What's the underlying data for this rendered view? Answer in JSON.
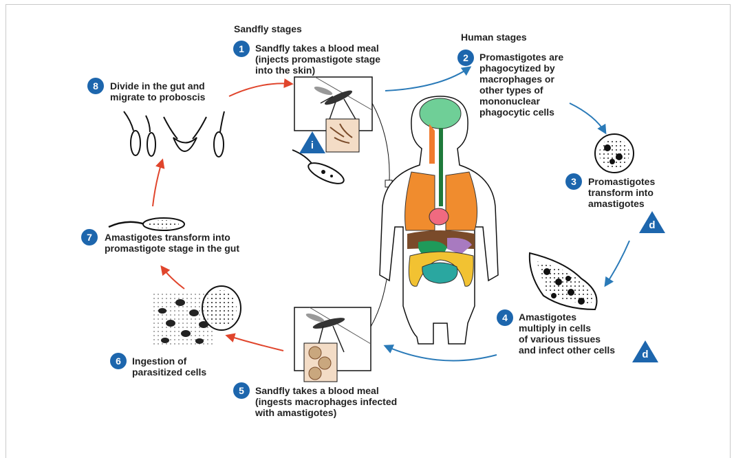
{
  "headers": {
    "sandfly": "Sandfly stages",
    "human": "Human stages"
  },
  "steps": [
    {
      "n": "1",
      "text": "Sandfly takes a blood meal\n(injects promastigote stage\ninto the skin)"
    },
    {
      "n": "2",
      "text": "Promastigotes are\nphagocytized by\nmacrophages or\nother types of\nmononuclear\nphagocytic cells"
    },
    {
      "n": "3",
      "text": "Promastigotes\ntransform into\namastigotes"
    },
    {
      "n": "4",
      "text": "Amastigotes\nmultiply in cells\nof various tissues\nand infect other cells"
    },
    {
      "n": "5",
      "text": "Sandfly takes a blood meal\n(ingests macrophages infected\nwith amastigotes)"
    },
    {
      "n": "6",
      "text": "Ingestion of\nparasitized cells"
    },
    {
      "n": "7",
      "text": "Amastigotes transform into\npromastigote stage in the gut"
    },
    {
      "n": "8",
      "text": "Divide in the gut and\nmigrate to proboscis"
    }
  ],
  "markers": {
    "infective": "i",
    "diagnostic_1": "d",
    "diagnostic_2": "d"
  },
  "colors": {
    "badge": "#1d66ad",
    "human_arrow": "#2a7ab8",
    "sandfly_arrow": "#e0452c"
  }
}
